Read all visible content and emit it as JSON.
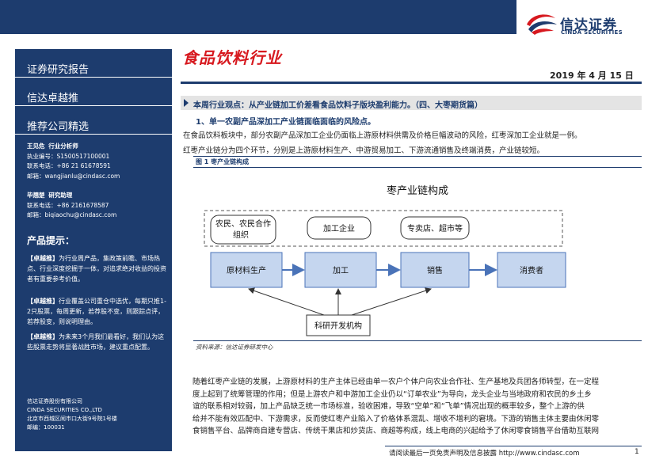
{
  "header": {
    "logo_cn": "信达证券",
    "logo_en": "CINDA SECURITIES",
    "industry_title": "食品饮料行业",
    "date": "2019 年 4 月 15 日"
  },
  "sidebar": {
    "titles": [
      "证券研究报告",
      "信达卓越推",
      "推荐公司精选"
    ],
    "authors": [
      {
        "name": "王见危",
        "role": "行业分析师",
        "lines": [
          "执业编号：S1500517100001",
          "联系电话：+86 21 61678591",
          "邮箱：wangjianlu@cindasc.com"
        ]
      },
      {
        "name": "毕翘楚",
        "role": "研究助理",
        "lines": [
          "联系电话：+86 2161678587",
          "邮箱：biqiaochu@cindasc.com"
        ]
      }
    ],
    "hint_title": "产品提示：",
    "hints": [
      {
        "key": "【卓越推】",
        "text": "为行业周产品，集政策前瞻、市场热点、行业深度挖掘于一体，对追求绝对收益的投资者有重要参考价值。"
      },
      {
        "key": "【卓越推】",
        "text": "行业覆盖公司重仓中选优，每期只推1-2只股票，每周更新，若荐股不变，则跟踪点评，若荐股变，则说明理由。"
      },
      {
        "key": "【卓越推】",
        "text": "为未来3个月我们最看好，我们认为这些股票走势将显著战胜市场，建议重点配置。"
      }
    ],
    "address": [
      "信达证券股份有限公司",
      "CINDA SECURITIES CO.,LTD",
      "北京市西城区闹市口大街9号院1号楼",
      "邮编：100031"
    ]
  },
  "main": {
    "banner": "本周行业观点：从产业链加工价差看食品饮料子版块盈利能力。（四、大枣期货篇）",
    "sub_heading": "1、单一农副产品深加工产业链面临面临的风险点。",
    "para_lines": [
      "在食品饮料板块中，部分农副产品深加工企业仍面临上游原材料供需及价格巨幅波动的风险，红枣深加工企业就是一例。",
      "红枣产业链分为四个环节，分别是上游原材料生产、中游贸易加工、下游流通销售及终端消费，产业链较短。"
    ],
    "figure_caption": "图 1 枣产业链构成",
    "source": "资料来源：信达证券研发中心",
    "body_lines": [
      "随着红枣产业链的发展，上游原材料的生产主体已经由单一农户个体户向农业合作社、生产基地及兵团各师转型，在一定程",
      "度上起到了统筹管理的作用；但是上游农户和中游加工企业仍以“订单农业”为导向，龙头企业与当地政府和农民的乡土乡",
      "谊的联系相对较弱，加上产品缺乏统一市场标准，验收困难，导致“空单”和“飞单”情况出现的概率较多，整个上游的供",
      "给并不能有效匹配中、下游需求，反而使红枣产业陷入了价格体系混乱、增收不增利的窘境。下游的销售主体主要由休闲零",
      "食销售平台、品牌商自建专营店、传统干果店和炒货店、商超等构成，线上电商的兴起给予了休闲零食销售平台借助互联网"
    ]
  },
  "diagram": {
    "title": "枣产业链构成",
    "top_labels": [
      "农民、农民合作",
      "组织",
      "加工企业",
      "专卖店、超市等"
    ],
    "stages": [
      "原材料生产",
      "加工",
      "销售",
      "消费者"
    ],
    "bottom": "科研开发机构"
  },
  "footer": {
    "disclaimer": "请阅读最后一页免责声明及信息披露 http://www.cindasc.com",
    "page": "1"
  },
  "colors": {
    "navy": "#1d3c6e",
    "brand_red": "#d7191f",
    "box_blue": "#c5d6ef",
    "box_border": "#4a73b8"
  }
}
